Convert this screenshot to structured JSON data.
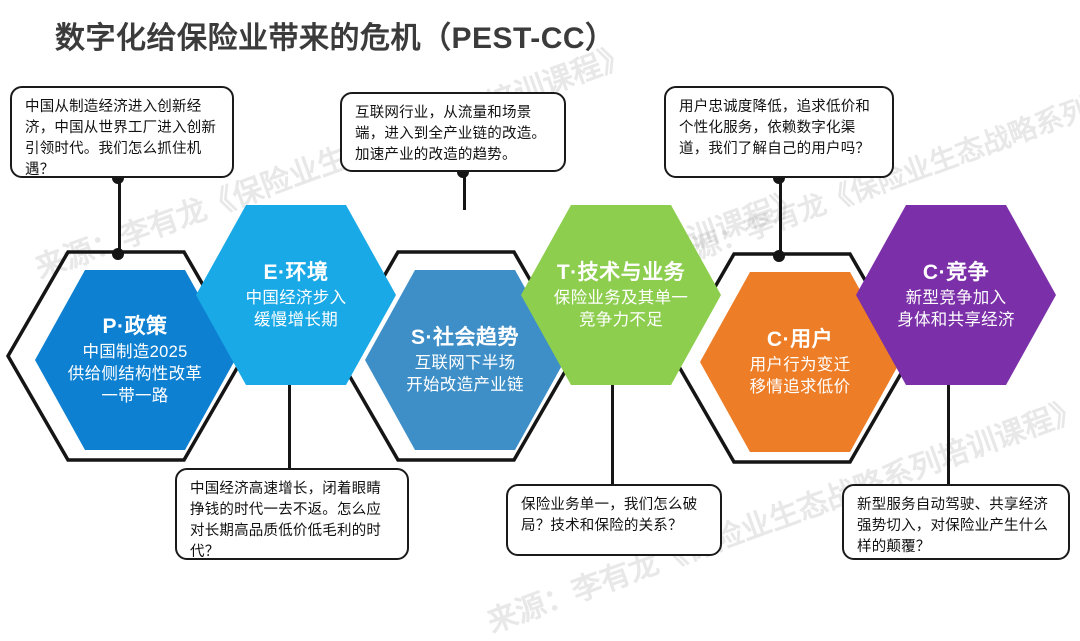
{
  "title": "数字化给保险业带来的危机（PEST-CC）",
  "watermarks": [
    "来源：李有龙《保险业生态战略系列培训课程》",
    "《保险业生态战略系列培训课程》",
    "来源：李有龙《保险业生态战略系列培训课程》",
    "来源：李有龙《保险业生态战略系列培训课程》"
  ],
  "colors": {
    "policy": "#0D80D2",
    "environment": "#19A9E6",
    "social": "#3E8FC8",
    "technology": "#8DCE4F",
    "customer": "#ED7D26",
    "competition": "#7B2FA8",
    "title": "#3b3b3b",
    "line": "#151515",
    "callout_border": "#1a1a1a"
  },
  "hexagons": [
    {
      "key": "policy",
      "letter": "P",
      "title": "P·政策",
      "subtitle": "中国制造2025\n供给侧结构性改革\n一带一路",
      "lines": [
        "中国制造2025",
        "供给侧结构性改革",
        "一带一路"
      ]
    },
    {
      "key": "environment",
      "letter": "E",
      "title": "E·环境",
      "subtitle": "中国经济步入\n缓慢增长期",
      "lines": [
        "中国经济步入",
        "缓慢增长期"
      ]
    },
    {
      "key": "social",
      "letter": "S",
      "title": "S·社会趋势",
      "subtitle": "互联网下半场\n开始改造产业链",
      "lines": [
        "互联网下半场",
        "开始改造产业链"
      ]
    },
    {
      "key": "technology",
      "letter": "T",
      "title": "T·技术与业务",
      "subtitle": "保险业务及其单一\n竞争力不足",
      "lines": [
        "保险业务及其单一",
        "竞争力不足"
      ]
    },
    {
      "key": "customer",
      "letter": "C",
      "title": "C·用户",
      "subtitle": "用户行为变迁\n移情追求低价",
      "lines": [
        "用户行为变迁",
        "移情追求低价"
      ]
    },
    {
      "key": "competition",
      "letter": "C",
      "title": "C·竞争",
      "subtitle": "新型竞争加入\n身体和共享经济",
      "lines": [
        "新型竞争加入",
        "身体和共享经济"
      ]
    }
  ],
  "callouts": [
    {
      "key": "policy-note",
      "text": "中国从制造经济进入创新经济，中国从世界工厂进入创新引领时代。我们怎么抓住机遇？"
    },
    {
      "key": "environment-note",
      "text": "互联网行业，从流量和场景端，进入到全产业链的改造。加速产业的改造的趋势。"
    },
    {
      "key": "customer-note",
      "text": "用户忠诚度降低，追求低价和个性化服务，依赖数字化渠道，我们了解自己的用户吗？"
    },
    {
      "key": "social-note",
      "text": "中国经济高速增长，闭着眼睛挣钱的时代一去不返。怎么应对长期高品质低价低毛利的时代？"
    },
    {
      "key": "technology-note",
      "text": "保险业务单一，我们怎么破局？技术和保险的关系？"
    },
    {
      "key": "competition-note",
      "text": "新型服务自动驾驶、共享经济强势切入，对保险业产生什么样的颠覆？"
    }
  ]
}
